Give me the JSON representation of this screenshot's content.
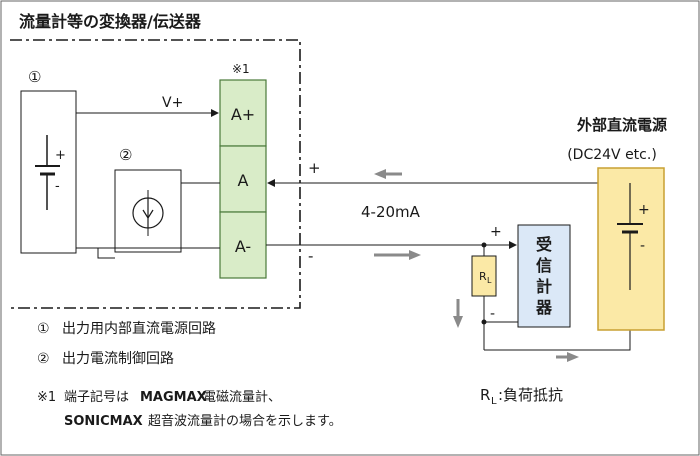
{
  "title": "流量計等の変換器/伝送器",
  "note_mark": "※1",
  "terminals": {
    "ap": "A+",
    "a": "A",
    "am": "A-"
  },
  "labels": {
    "v_plus": "V+",
    "circle1": "①",
    "circle2": "②",
    "plus": "+",
    "minus": "-",
    "current": "4-20mA",
    "rl_main": "R",
    "rl_sub": "L",
    "receiver": [
      "受",
      "信",
      "計",
      "器"
    ]
  },
  "external_power": {
    "title": "外部直流電源",
    "spec": "(DC24V etc.)"
  },
  "legend": [
    {
      "mark": "①",
      "text": "出力用内部直流電源回路"
    },
    {
      "mark": "②",
      "text": "出力電流制御回路"
    }
  ],
  "rl_legend": {
    "r": "R",
    "sub": "L",
    "text": ":負荷抵抗"
  },
  "footnote": {
    "mark": "※1",
    "line1_pre": "端子記号は",
    "brand1": "MAGMAX",
    "line1_post": "電磁流量計、",
    "brand2": "SONICMAX",
    "line2_post": "超音波流量計の場合を示します。"
  },
  "colors": {
    "terminal_fill": "#d9ecc8",
    "terminal_stroke": "#4a7a3a",
    "receiver_fill": "#dbe8f7",
    "power_fill": "#fbe9a6",
    "power_stroke": "#c8a032",
    "rl_fill": "#fbe9a6",
    "arrow": "#8a8a8a"
  }
}
